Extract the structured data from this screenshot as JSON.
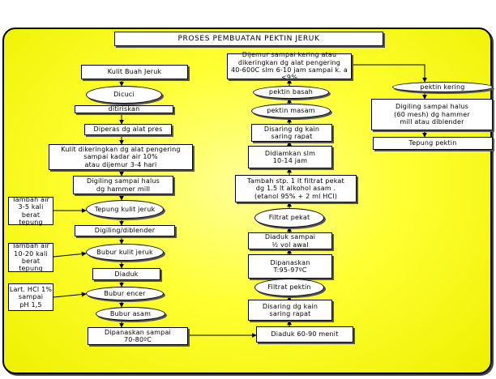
{
  "title": "PROSES PEMBUATAN PEKTIN JERUK",
  "left_column": {
    "kulit_buah": "Kulit Buah Jeruk",
    "dicuci": "Dicuci",
    "ditiriskan": "ditiriskan",
    "diperas": "Diperas dg alat pres",
    "dikeringkan": "Kulit dikeringkan dg alat pengering\nsampai kadar air 10%\natau dijemur 3-4 hari",
    "digiling": "Digiling sampai halus\ndg hammer mill",
    "tepung_kulit": "Tepung kulit jeruk",
    "digiling_blender": "Digiling/diblender",
    "bubur_kulit": "Bubur kulit jeruk",
    "diaduk": "Diaduk",
    "bubur_encer": "Bubur encer",
    "bubur_asam": "Bubur asam",
    "dipanaskan": "Dipanaskan sampai\n70-80ºC"
  },
  "side_notes": {
    "air_1": "Tambah air\n3-5 kali\nberat tepung",
    "air_2": "Tambah air\n10-20 kali\nberat tepung",
    "hcl": "Lart. HCl 1%\nsampai\npH 1,5"
  },
  "middle_column": {
    "dijemur": "Dijemur sampai kering atau\ndikeringkan dg alat pengering\n40-600C slm 6-10 jam sampai k. a <9%",
    "pektin_basah": "pektin basah",
    "pektin_masam": "pektin masam",
    "disaring_1": "Disaring dg kain\nsaring rapat",
    "didiamkan": "Didiamkan slm\n10-14 jam",
    "tambah": "Tambah stp. 1 lt filtrat pekat\ndg 1.5 lt alkohol asam .\n(etanol 95% + 2 ml HCl)",
    "filtrat_pekat": "Filtrat pekat",
    "diaduk_sampai": "Diaduk sampai\n½ vol awal",
    "dipanaskan_t": "Dipanaskan\nT:95-97ºC",
    "filtrat_pektin": "Filtrat pektin",
    "disaring_2": "Disaring dg kain\nsaring rapat",
    "diaduk_60": "Diaduk 60-90 menit"
  },
  "right_column": {
    "pektin_kering": "pektin kering",
    "digiling_halus": "Digiling sampai halus\n(60 mesh) dg hammer\nmill atau diblender",
    "tepung_pektin": "Tepung pektin"
  }
}
